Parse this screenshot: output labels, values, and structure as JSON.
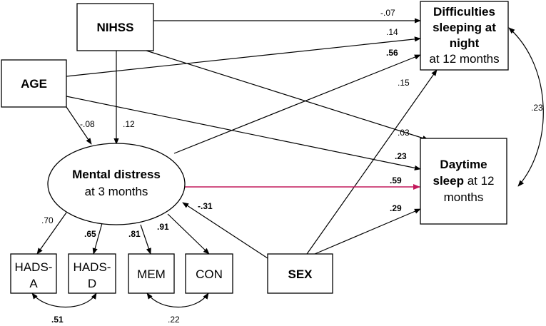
{
  "nodes": {
    "nihss": "NIHSS",
    "age": "AGE",
    "sex": "SEX",
    "mental_distress": {
      "line1": "Mental distress",
      "line2": "at 3 months"
    },
    "difficulties": {
      "line1": "Difficulties",
      "line2": "sleeping at",
      "line3": "night",
      "line4": "at 12 months"
    },
    "daytime": {
      "line1_bold": "Daytime",
      "line2_bold": "sleep",
      "line2_rest": " at 12",
      "line3": "months"
    },
    "hads_a": {
      "line1": "HADS-",
      "line2": "A"
    },
    "hads_d": {
      "line1": "HADS-",
      "line2": "D"
    },
    "mem": "MEM",
    "con": "CON"
  },
  "paths": [
    {
      "from": "NIHSS",
      "to": "Difficulties sleeping",
      "coef": "-.07"
    },
    {
      "from": "AGE",
      "to": "Difficulties sleeping",
      "coef": ".14"
    },
    {
      "from": "Mental distress",
      "to": "Difficulties sleeping",
      "coef": ".56",
      "significant": true
    },
    {
      "from": "SEX",
      "to": "Difficulties sleeping",
      "coef": ".15"
    },
    {
      "from": "NIHSS",
      "to": "Daytime sleep",
      "coef": ".03"
    },
    {
      "from": "AGE",
      "to": "Daytime sleep",
      "coef": ".23",
      "significant": true
    },
    {
      "from": "Mental distress",
      "to": "Daytime sleep",
      "coef": ".59",
      "significant": true,
      "highlight": true
    },
    {
      "from": "SEX",
      "to": "Daytime sleep",
      "coef": ".29",
      "significant": true
    },
    {
      "from": "AGE",
      "to": "Mental distress",
      "coef": "-.08"
    },
    {
      "from": "NIHSS",
      "to": "Mental distress",
      "coef": ".12"
    },
    {
      "from": "SEX",
      "to": "Mental distress",
      "coef": "-.31",
      "significant": true
    },
    {
      "from": "Mental distress",
      "to": "HADS-A",
      "coef": ".70"
    },
    {
      "from": "Mental distress",
      "to": "HADS-D",
      "coef": ".65",
      "significant": true
    },
    {
      "from": "Mental distress",
      "to": "MEM",
      "coef": ".81",
      "significant": true
    },
    {
      "from": "Mental distress",
      "to": "CON",
      "coef": ".91",
      "significant": true
    }
  ],
  "covariances": [
    {
      "between": [
        "Difficulties sleeping",
        "Daytime sleep"
      ],
      "coef": ".23"
    },
    {
      "between": [
        "HADS-A",
        "HADS-D"
      ],
      "coef": ".51",
      "significant": true
    },
    {
      "between": [
        "MEM",
        "CON"
      ],
      "coef": ".22"
    }
  ],
  "colors": {
    "highlight": "#c2185b",
    "stroke": "#000000"
  }
}
